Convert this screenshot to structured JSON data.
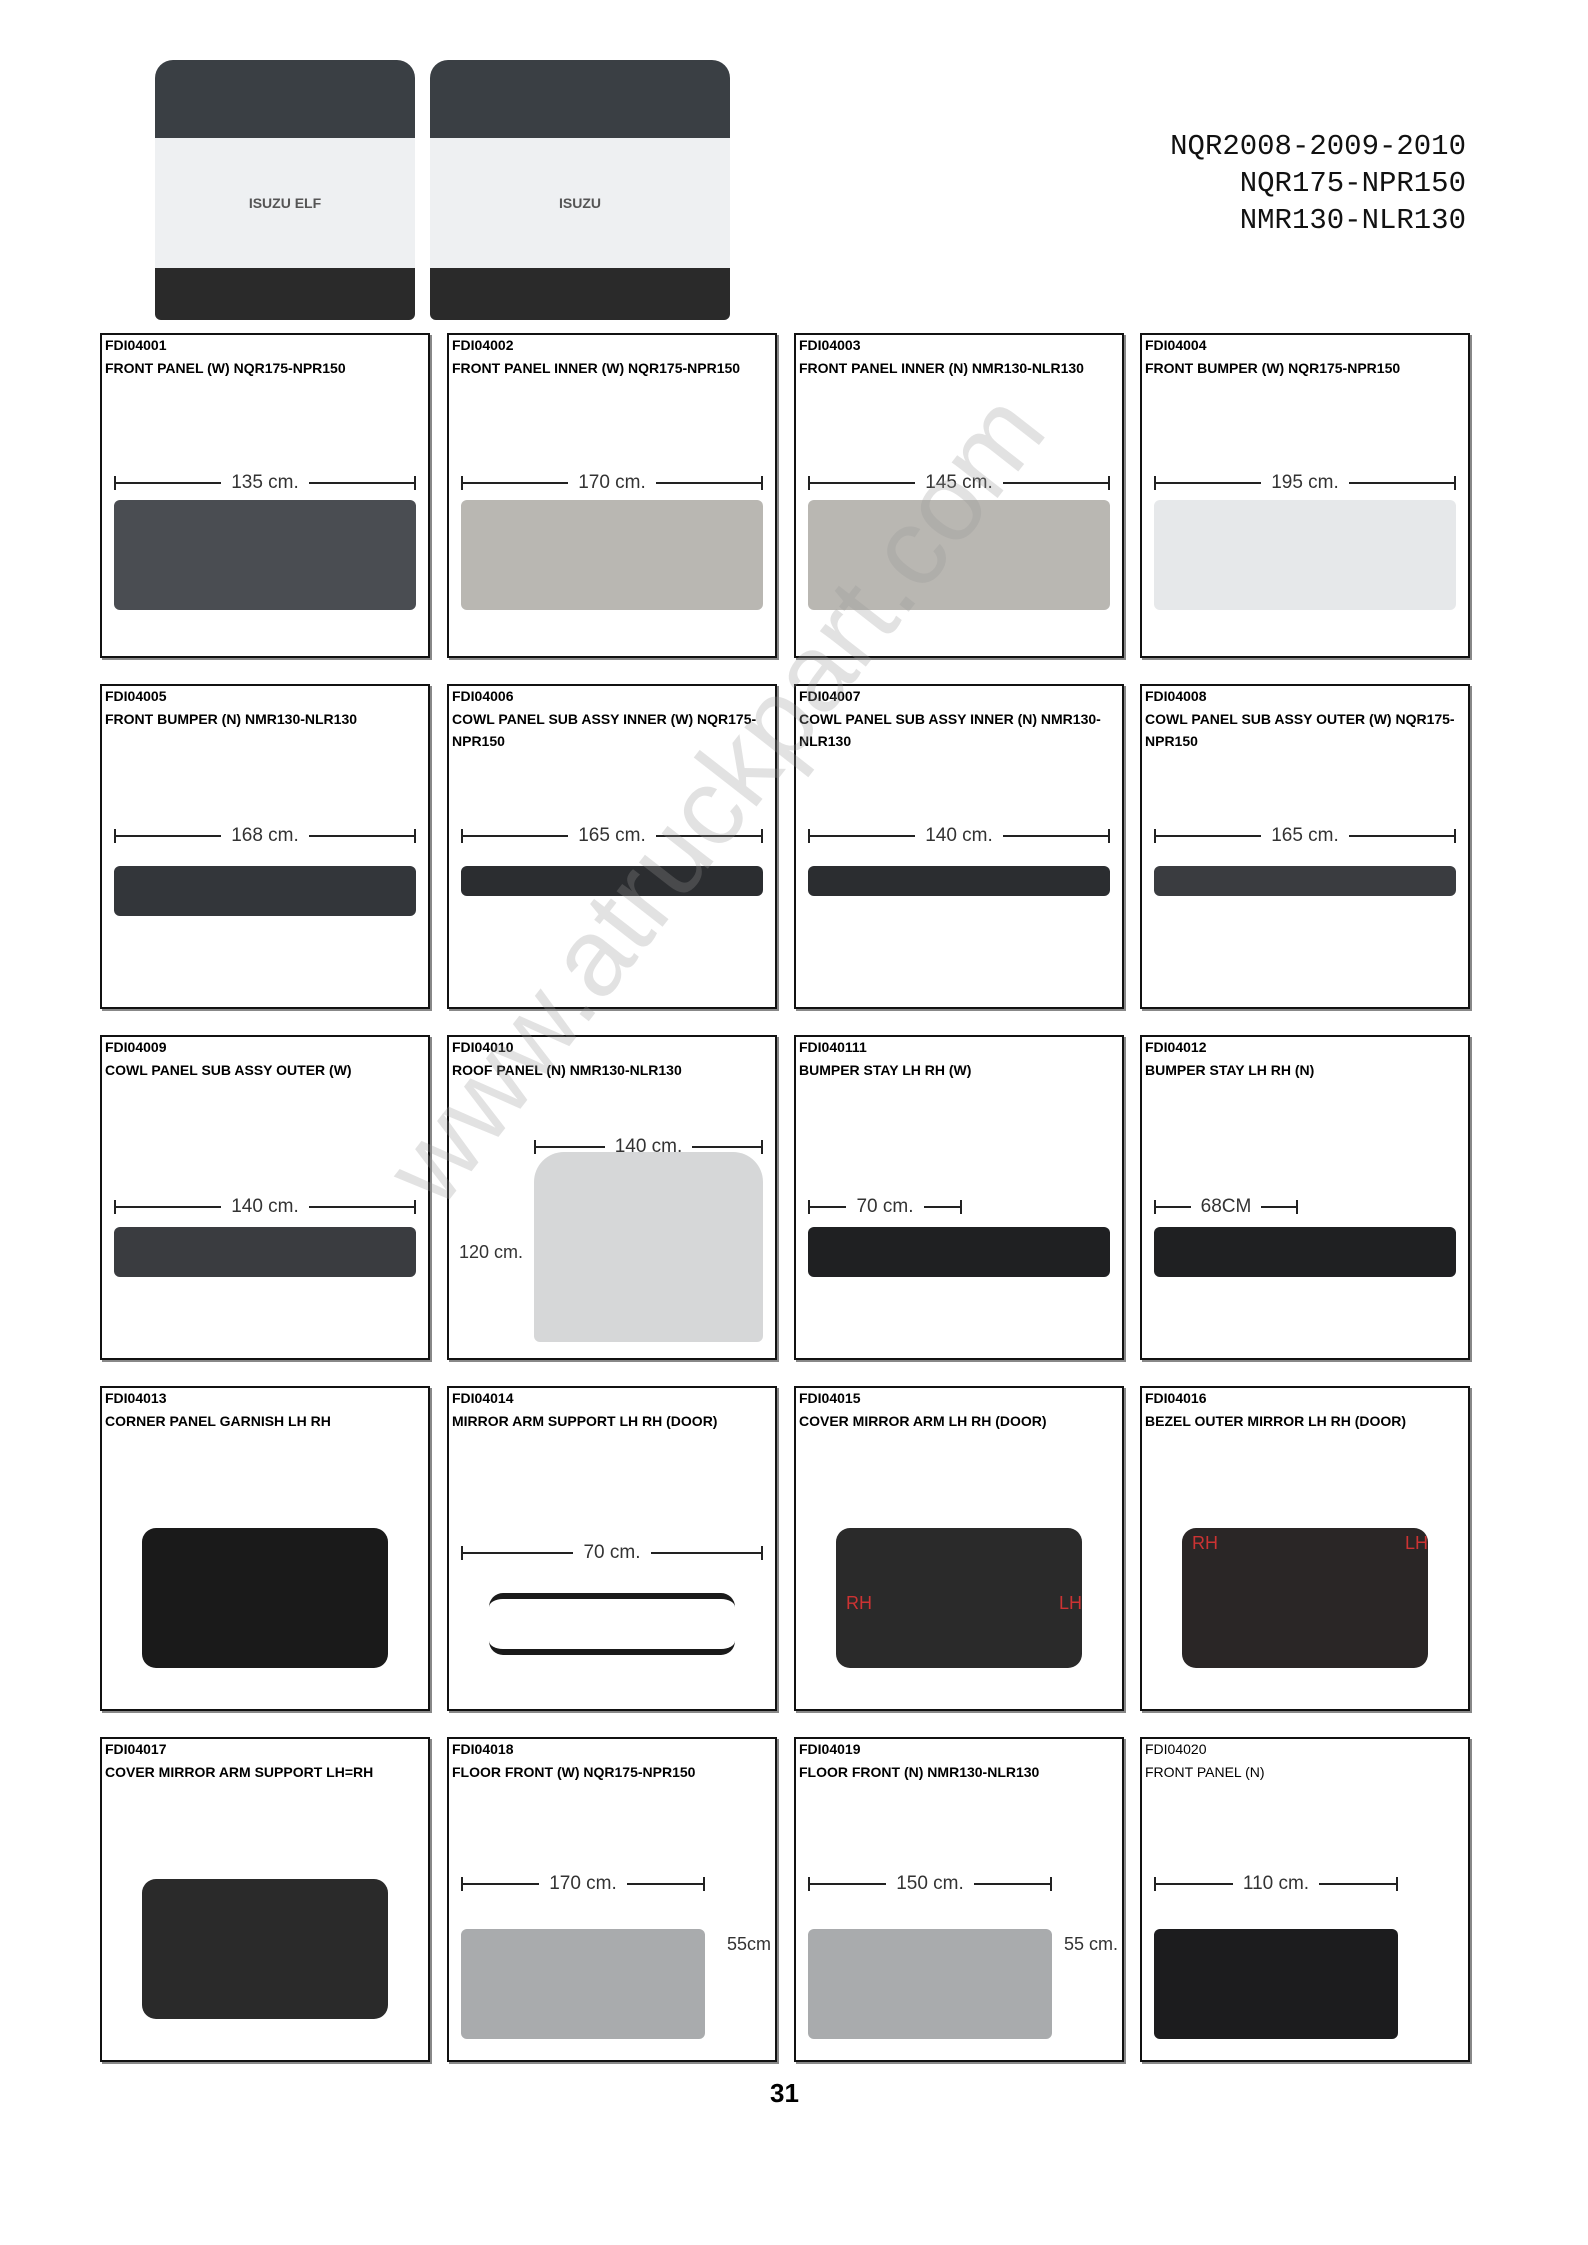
{
  "header": {
    "models": [
      "NQR2008-2009-2010",
      "NQR175-NPR150",
      "NMR130-NLR130"
    ],
    "truck_photos": [
      "ISUZU ELF",
      "ISUZU"
    ]
  },
  "watermark": "www.atruckpart.com",
  "page_number": "31",
  "products": [
    {
      "code": "FDI04001",
      "name": "FRONT PANEL (W) NQR175-NPR150",
      "dims": [
        "135 cm."
      ],
      "color": "#4a4d52"
    },
    {
      "code": "FDI04002",
      "name": "FRONT PANEL INNER (W) NQR175-NPR150",
      "dims": [
        "170 cm."
      ],
      "color": "#b9b7b2"
    },
    {
      "code": "FDI04003",
      "name": "FRONT PANEL INNER (N) NMR130-NLR130",
      "dims": [
        "145 cm."
      ],
      "color": "#b9b7b2"
    },
    {
      "code": "FDI04004",
      "name": "FRONT BUMPER (W) NQR175-NPR150",
      "dims": [
        "195 cm."
      ],
      "color": "#e6e8ea"
    },
    {
      "code": "FDI04005",
      "name": "FRONT BUMPER (N) NMR130-NLR130",
      "dims": [
        "168 cm."
      ],
      "color": "#33363a"
    },
    {
      "code": "FDI04006",
      "name": "COWL PANEL SUB ASSY INNER (W) NQR175-NPR150",
      "dims": [
        "165 cm."
      ],
      "color": "#2b2d30"
    },
    {
      "code": "FDI04007",
      "name": "COWL PANEL SUB ASSY INNER (N) NMR130-NLR130",
      "dims": [
        "140 cm."
      ],
      "color": "#2b2d30"
    },
    {
      "code": "FDI04008",
      "name": "COWL PANEL SUB ASSY OUTER (W) NQR175-NPR150",
      "dims": [
        "165 cm."
      ],
      "color": "#3a3c40"
    },
    {
      "code": "FDI04009",
      "name": "COWL PANEL SUB ASSY OUTER (W)",
      "dims": [
        "140 cm."
      ],
      "color": "#3a3c40"
    },
    {
      "code": "FDI04010",
      "name": "ROOF PANEL (N) NMR130-NLR130",
      "dims": [
        "140 cm.",
        "120 cm."
      ],
      "color": "#d6d7d8"
    },
    {
      "code": "FDI040111",
      "name": "BUMPER STAY LH RH (W)",
      "dims": [
        "70 cm."
      ],
      "color": "#1f2022"
    },
    {
      "code": "FDI04012",
      "name": "BUMPER STAY LH RH (N)",
      "dims": [
        "68CM"
      ],
      "color": "#1f2022"
    },
    {
      "code": "FDI04013",
      "name": "CORNER PANEL GARNISH LH  RH",
      "dims": [],
      "color": "#1a1a1a"
    },
    {
      "code": "FDI04014",
      "name": "MIRROR ARM SUPPORT LH RH (DOOR)",
      "dims": [
        "70 cm."
      ],
      "color": "#1a1a1a"
    },
    {
      "code": "FDI04015",
      "name": "COVER MIRROR ARM LH RH (DOOR)",
      "dims": [],
      "sides": [
        "RH",
        "LH"
      ],
      "color": "#2a2a2a"
    },
    {
      "code": "FDI04016",
      "name": "BEZEL OUTER MIRROR LH  RH (DOOR)",
      "dims": [],
      "sides": [
        "RH",
        "LH"
      ],
      "color": "#2a2626"
    },
    {
      "code": "FDI04017",
      "name": "COVER MIRROR ARM SUPPORT LH=RH",
      "dims": [],
      "color": "#2a2a2a"
    },
    {
      "code": "FDI04018",
      "name": "FLOOR FRONT (W) NQR175-NPR150",
      "dims": [
        "170 cm.",
        "55cm"
      ],
      "color": "#a9abad"
    },
    {
      "code": "FDI04019",
      "name": "FLOOR FRONT (N) NMR130-NLR130",
      "dims": [
        "150 cm.",
        "55 cm."
      ],
      "color": "#a9abad"
    },
    {
      "code": "FDI04020",
      "name": "FRONT PANEL (N)",
      "dims": [
        "110 cm."
      ],
      "color": "#1c1c1e",
      "plain": true
    }
  ]
}
